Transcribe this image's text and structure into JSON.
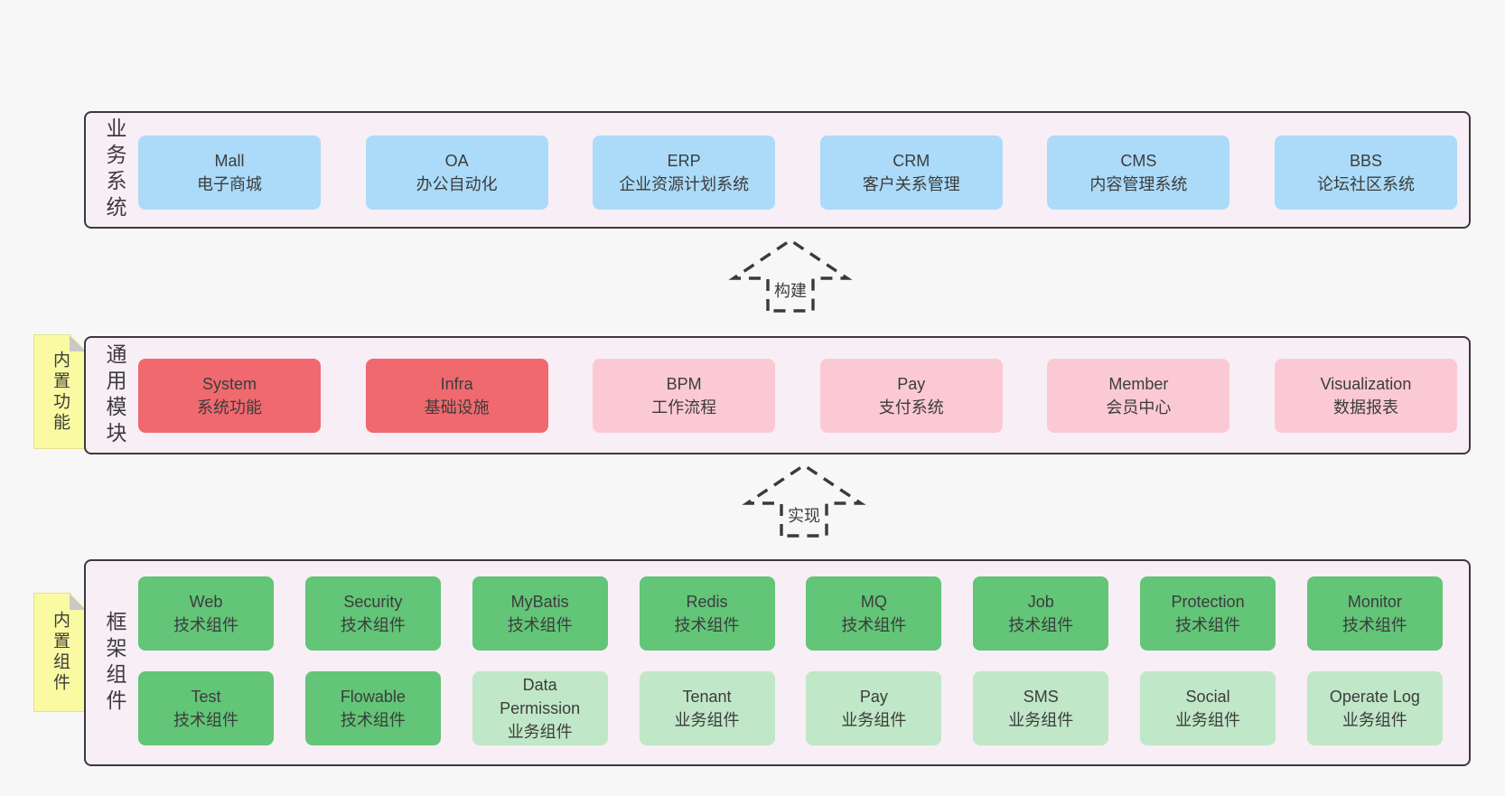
{
  "colors": {
    "pagebg": "#f7f7f7",
    "bandbg": "#f8eef6",
    "bandborder": "#3a3a3a",
    "blue": "#abdbf9",
    "red": "#f0696e",
    "pink": "#fbc9d3",
    "green": "#62c577",
    "lgreen": "#c0e7c7",
    "yellow": "#fafaa2",
    "fold": "#c9c9c9",
    "text": "#3c3c3c"
  },
  "notes": [
    {
      "label": "内置功能"
    },
    {
      "label": "内置组件"
    }
  ],
  "arrows": [
    {
      "label": "构建"
    },
    {
      "label": "实现"
    }
  ],
  "bands": [
    {
      "label": "业务系统",
      "boxes": [
        {
          "title": "Mall",
          "subtitle": "电子商城",
          "type": "blue"
        },
        {
          "title": "OA",
          "subtitle": "办公自动化",
          "type": "blue"
        },
        {
          "title": "ERP",
          "subtitle": "企业资源计划系统",
          "type": "blue"
        },
        {
          "title": "CRM",
          "subtitle": "客户关系管理",
          "type": "blue"
        },
        {
          "title": "CMS",
          "subtitle": "内容管理系统",
          "type": "blue"
        },
        {
          "title": "BBS",
          "subtitle": "论坛社区系统",
          "type": "blue"
        }
      ]
    },
    {
      "label": "通用模块",
      "boxes": [
        {
          "title": "System",
          "subtitle": "系统功能",
          "type": "red"
        },
        {
          "title": "Infra",
          "subtitle": "基础设施",
          "type": "red"
        },
        {
          "title": "BPM",
          "subtitle": "工作流程",
          "type": "pink"
        },
        {
          "title": "Pay",
          "subtitle": "支付系统",
          "type": "pink"
        },
        {
          "title": "Member",
          "subtitle": "会员中心",
          "type": "pink"
        },
        {
          "title": "Visualization",
          "subtitle": "数据报表",
          "type": "pink"
        }
      ]
    },
    {
      "label": "框架组件",
      "rows": [
        [
          {
            "title": "Web",
            "subtitle": "技术组件",
            "type": "green"
          },
          {
            "title": "Security",
            "subtitle": "技术组件",
            "type": "green"
          },
          {
            "title": "MyBatis",
            "subtitle": "技术组件",
            "type": "green"
          },
          {
            "title": "Redis",
            "subtitle": "技术组件",
            "type": "green"
          },
          {
            "title": "MQ",
            "subtitle": "技术组件",
            "type": "green"
          },
          {
            "title": "Job",
            "subtitle": "技术组件",
            "type": "green"
          },
          {
            "title": "Protection",
            "subtitle": "技术组件",
            "type": "green"
          },
          {
            "title": "Monitor",
            "subtitle": "技术组件",
            "type": "green"
          }
        ],
        [
          {
            "title": "Test",
            "subtitle": "技术组件",
            "type": "green"
          },
          {
            "title": "Flowable",
            "subtitle": "技术组件",
            "type": "green"
          },
          {
            "title": "Data Permission",
            "subtitle": "业务组件",
            "type": "lgreen"
          },
          {
            "title": "Tenant",
            "subtitle": "业务组件",
            "type": "lgreen"
          },
          {
            "title": "Pay",
            "subtitle": "业务组件",
            "type": "lgreen"
          },
          {
            "title": "SMS",
            "subtitle": "业务组件",
            "type": "lgreen"
          },
          {
            "title": "Social",
            "subtitle": "业务组件",
            "type": "lgreen"
          },
          {
            "title": "Operate Log",
            "subtitle": "业务组件",
            "type": "lgreen"
          }
        ]
      ]
    }
  ]
}
